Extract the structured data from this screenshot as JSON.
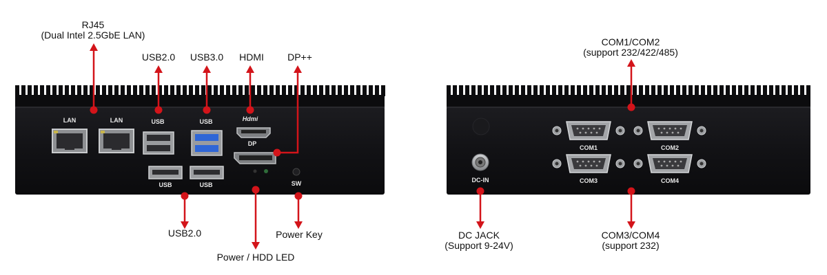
{
  "colors": {
    "arrow": "#d3141a",
    "chassis": "#111114",
    "fins": "#0c0c0e",
    "port_metal": "#a7a9ab",
    "usb3_blue": "#2f66d6"
  },
  "front_panel": {
    "port_labels": {
      "lan_1": "LAN",
      "lan_2": "LAN",
      "usb_top_1": "USB",
      "usb_top_2": "USB",
      "usb_bottom_1": "USB",
      "usb_bottom_2": "USB",
      "hdmi": "Hdmi",
      "dp": "DP",
      "sw": "SW"
    },
    "callouts": {
      "rj45_title": "RJ45",
      "rj45_detail": "(Dual Intel  2.5GbE LAN)",
      "usb20_top": "USB2.0",
      "usb30": "USB3.0",
      "hdmi": "HDMI",
      "dp": "DP++",
      "usb20_bottom": "USB2.0",
      "power_key": "Power Key",
      "power_led": "Power / HDD LED"
    }
  },
  "rear_panel": {
    "port_labels": {
      "com1": "COM1",
      "com2": "COM2",
      "com3": "COM3",
      "com4": "COM4",
      "dc_in": "DC-IN"
    },
    "callouts": {
      "com12_title": "COM1/COM2",
      "com12_detail": "(support 232/422/485)",
      "dc_title": "DC JACK",
      "dc_detail": "(Support 9-24V)",
      "com34_title": "COM3/COM4",
      "com34_detail": "(support 232)"
    }
  }
}
